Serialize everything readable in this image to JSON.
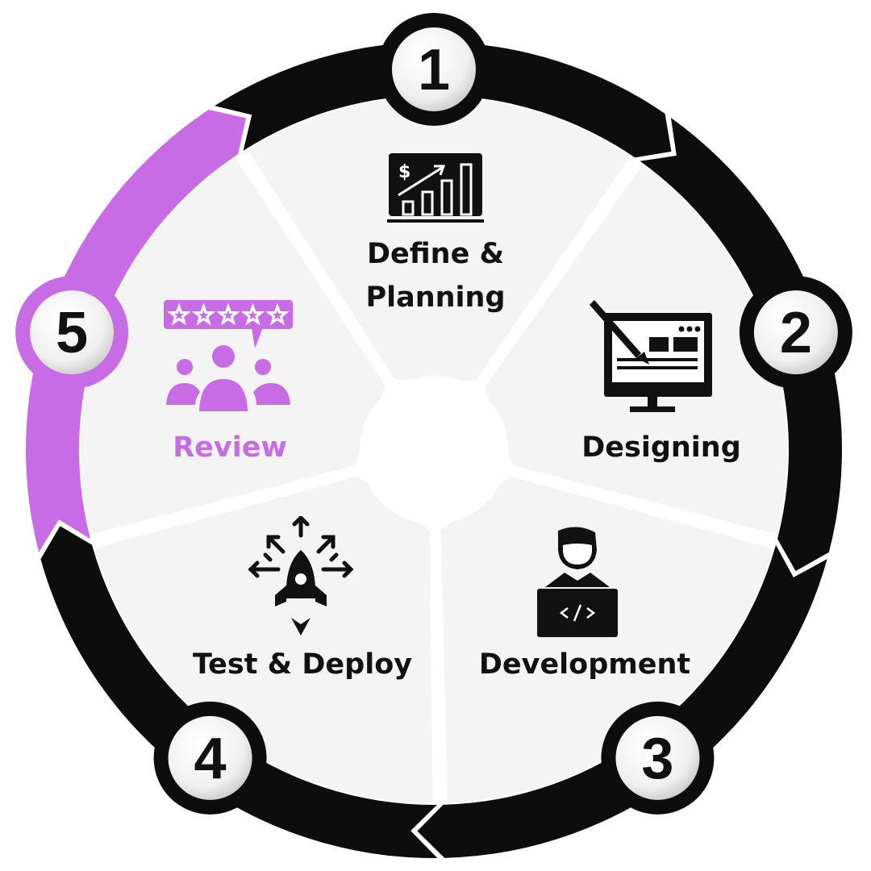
{
  "title": "Development lifecycle cycle diagram",
  "colors": {
    "ring": "#0d0d0d",
    "highlight": "#c86ce6",
    "segment_fill": "#f4f4f4",
    "text": "#111111"
  },
  "steps": [
    {
      "number": "1",
      "label_line1": "Define &",
      "label_line2": "Planning",
      "icon": "growth-chart-icon"
    },
    {
      "number": "2",
      "label": "Designing",
      "icon": "design-monitor-icon"
    },
    {
      "number": "3",
      "label": "Development",
      "icon": "developer-laptop-icon"
    },
    {
      "number": "4",
      "label": "Test & Deploy",
      "icon": "rocket-launch-icon"
    },
    {
      "number": "5",
      "label": "Review",
      "icon": "rating-review-icon",
      "highlighted": true
    }
  ]
}
